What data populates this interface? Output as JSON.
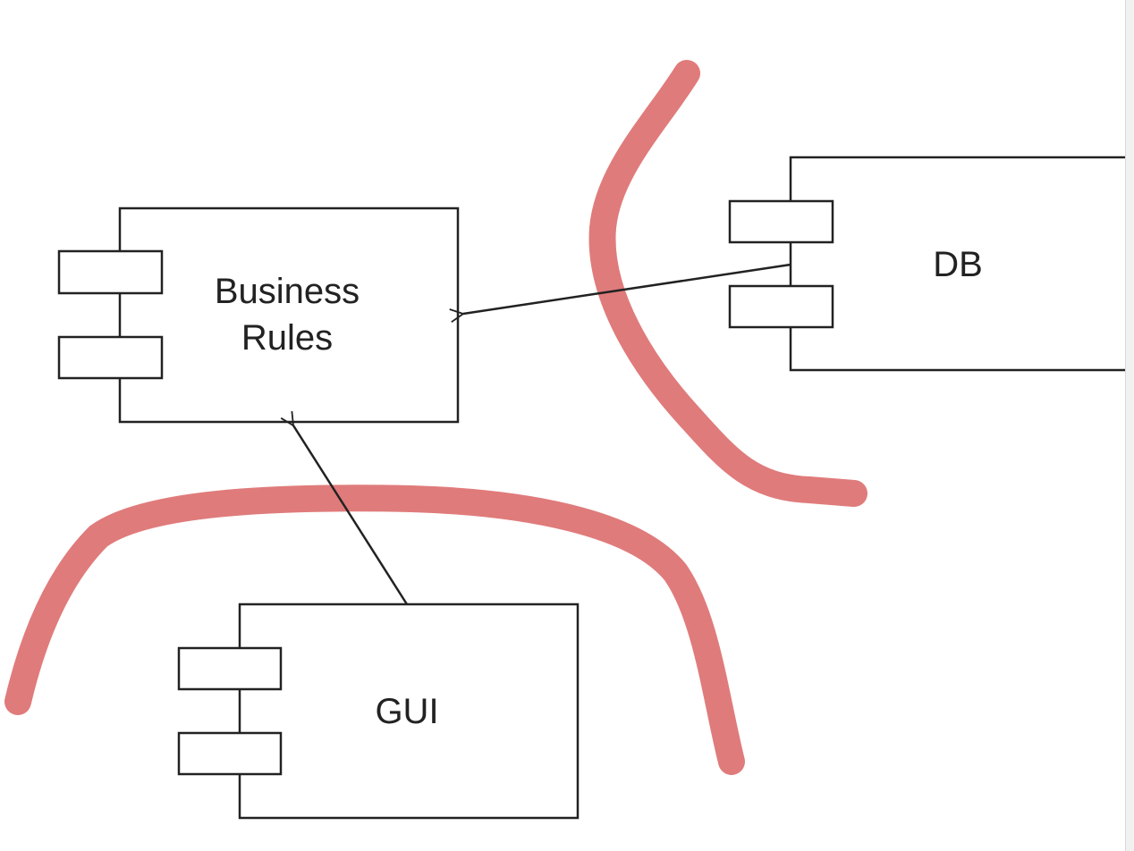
{
  "diagram": {
    "components": [
      {
        "id": "business-rules",
        "label_lines": [
          "Business",
          "Rules"
        ]
      },
      {
        "id": "db",
        "label_lines": [
          "DB"
        ]
      },
      {
        "id": "gui",
        "label_lines": [
          "GUI"
        ]
      }
    ],
    "dependencies": [
      {
        "from": "db",
        "to": "business-rules"
      },
      {
        "from": "gui",
        "to": "business-rules"
      }
    ],
    "boundaries": [
      {
        "id": "db-boundary"
      },
      {
        "id": "gui-boundary"
      }
    ]
  },
  "colors": {
    "boundary": "#e07b7b",
    "stroke": "#222222",
    "background": "#ffffff"
  }
}
